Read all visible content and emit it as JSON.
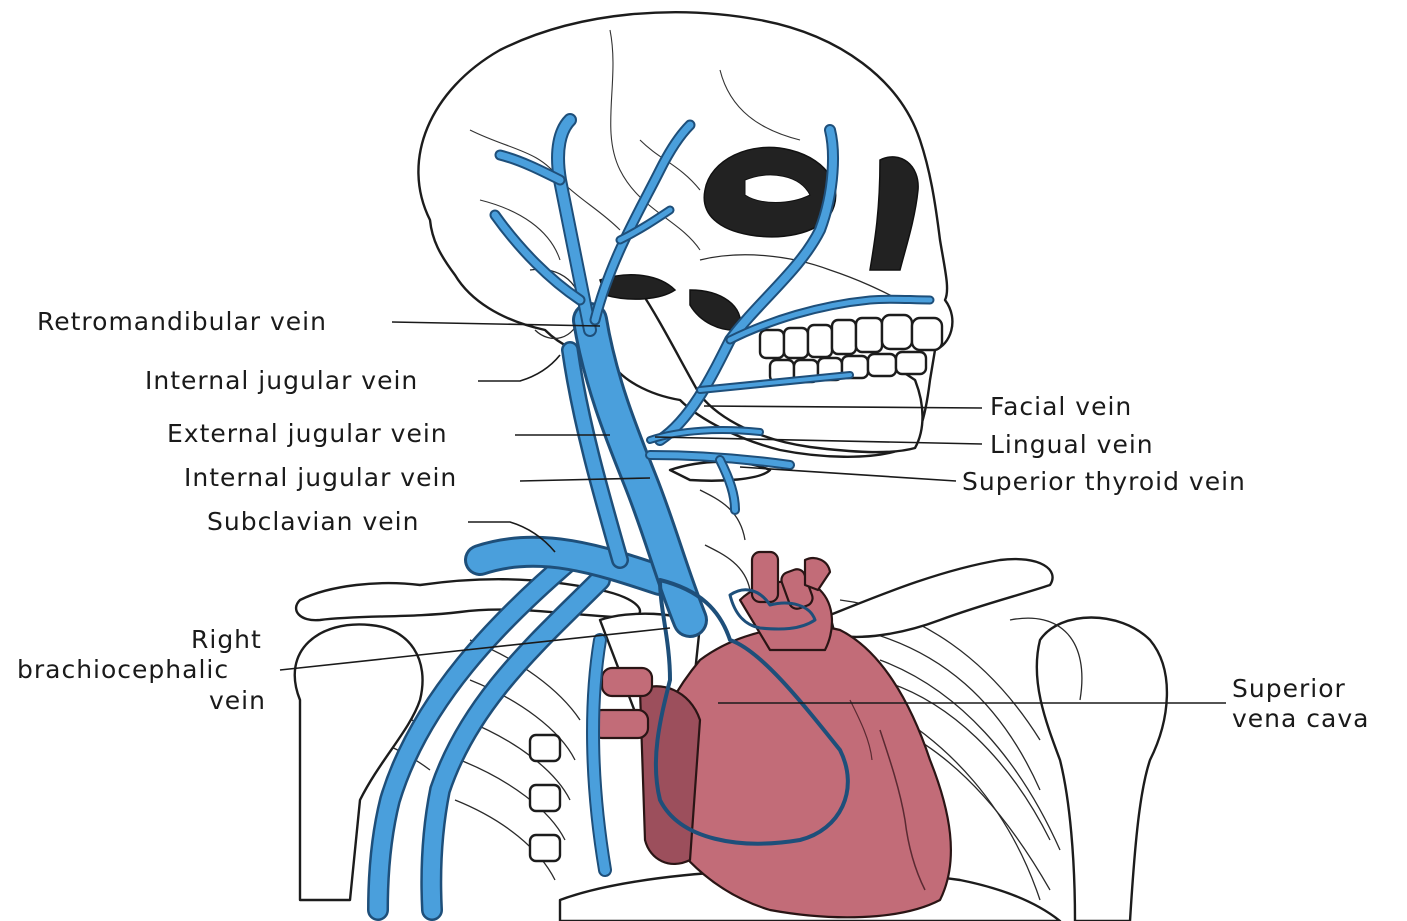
{
  "colors": {
    "vein": "#4a9fdc",
    "vein_outline": "#1e4f7a",
    "heart": "#c26c78",
    "heart_dark": "#9c4f5c",
    "bone_line": "#1c1c1c",
    "label": "#1a1a1a"
  },
  "labels": {
    "retromandibular": "Retromandibular vein",
    "internal_jugular_upper": "Internal jugular vein",
    "external_jugular": "External jugular vein",
    "internal_jugular_lower": "Internal jugular vein",
    "subclavian": "Subclavian vein",
    "right_brachiocephalic": [
      "Right",
      "brachiocephalic",
      "vein"
    ],
    "facial": "Facial vein",
    "lingual": "Lingual vein",
    "superior_thyroid": "Superior thyroid vein",
    "superior_vena_cava": [
      "Superior",
      "vena cava"
    ]
  }
}
